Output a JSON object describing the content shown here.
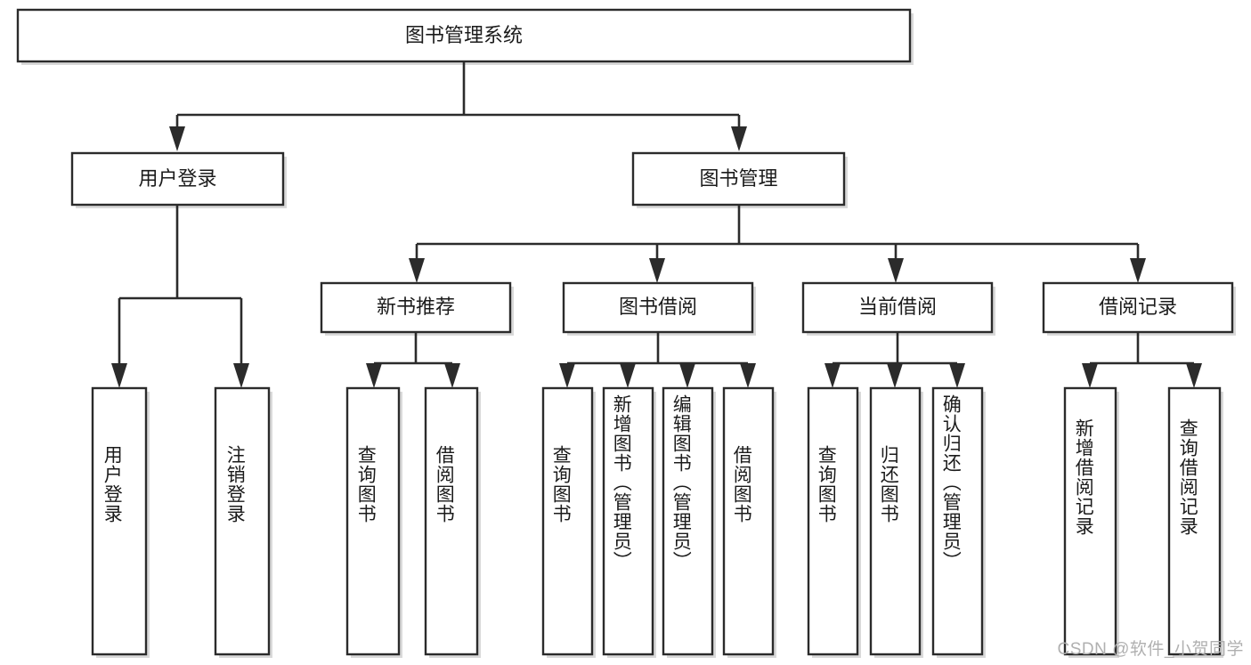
{
  "diagram": {
    "title": "图书管理系统",
    "type": "hierarchy-tree",
    "root": {
      "label": "图书管理系统",
      "id": "root"
    },
    "level1": [
      {
        "id": "user-login",
        "label": "用户登录"
      },
      {
        "id": "book-management",
        "label": "图书管理"
      }
    ],
    "level2": [
      {
        "id": "new-book-recommend",
        "label": "新书推荐",
        "parent": "book-management"
      },
      {
        "id": "book-borrow",
        "label": "图书借阅",
        "parent": "book-management"
      },
      {
        "id": "current-borrow",
        "label": "当前借阅",
        "parent": "book-management"
      },
      {
        "id": "borrow-record",
        "label": "借阅记录",
        "parent": "book-management"
      }
    ],
    "leaves": [
      {
        "id": "leaf-user-login",
        "label": "用户登录",
        "parent": "user-login"
      },
      {
        "id": "leaf-logout-login",
        "label": "注销登录",
        "parent": "user-login"
      },
      {
        "id": "leaf-query-book-1",
        "label": "查询图书",
        "parent": "new-book-recommend"
      },
      {
        "id": "leaf-borrow-book-1",
        "label": "借阅图书",
        "parent": "new-book-recommend"
      },
      {
        "id": "leaf-query-book-2",
        "label": "查询图书",
        "parent": "book-borrow"
      },
      {
        "id": "leaf-add-book-admin",
        "label": "新增图书（管理员）",
        "parent": "book-borrow"
      },
      {
        "id": "leaf-edit-book-admin",
        "label": "编辑图书（管理员）",
        "parent": "book-borrow"
      },
      {
        "id": "leaf-borrow-book-2",
        "label": "借阅图书",
        "parent": "book-borrow"
      },
      {
        "id": "leaf-query-book-3",
        "label": "查询图书",
        "parent": "current-borrow"
      },
      {
        "id": "leaf-return-book",
        "label": "归还图书",
        "parent": "current-borrow"
      },
      {
        "id": "leaf-confirm-return-admin",
        "label": "确认归还（管理员）",
        "parent": "current-borrow"
      },
      {
        "id": "leaf-add-borrow-record",
        "label": "新增借阅记录",
        "parent": "borrow-record"
      },
      {
        "id": "leaf-query-borrow-record",
        "label": "查询借阅记录",
        "parent": "borrow-record"
      }
    ],
    "colors": {
      "stroke": "#2b2b2b",
      "fill": "#ffffff",
      "text": "#1b1b1b",
      "background": "#ffffff",
      "watermark": "#b0b0b0"
    }
  },
  "watermark": {
    "text": "CSDN @软件_小贺同学"
  }
}
